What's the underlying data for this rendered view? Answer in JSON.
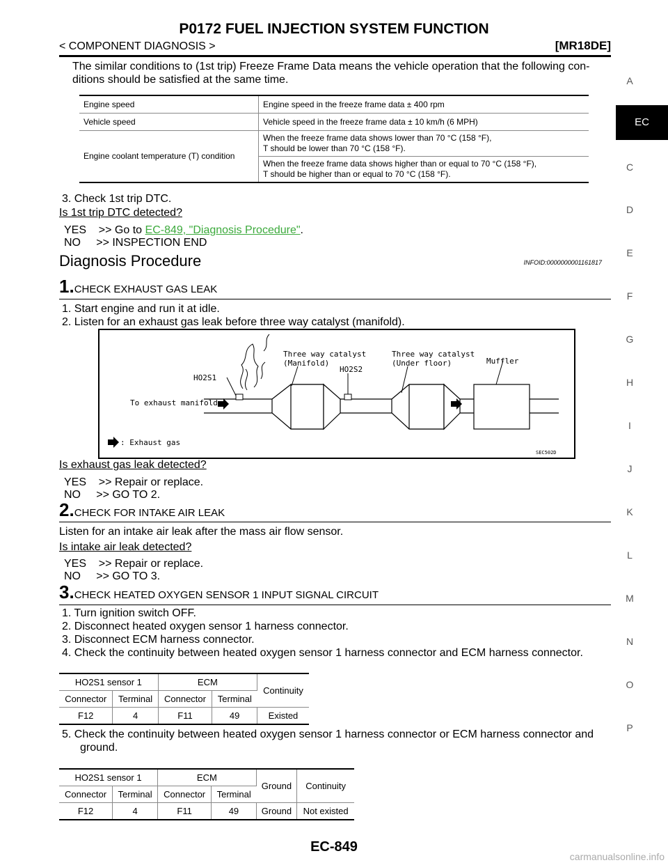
{
  "header": {
    "title": "P0172 FUEL INJECTION SYSTEM FUNCTION",
    "breadcrumb": "< COMPONENT DIAGNOSIS >",
    "model": "[MR18DE]"
  },
  "intro": {
    "line1": "The similar conditions to (1st trip) Freeze Frame Data means the vehicle operation that the following con-",
    "line2": "ditions should be satisfied at the same time."
  },
  "conditions_table": {
    "rows": [
      {
        "label": "Engine speed",
        "value": "Engine speed in the freeze frame data ± 400 rpm"
      },
      {
        "label": "Vehicle speed",
        "value": "Vehicle speed in the freeze frame data ± 10 km/h (6 MPH)"
      }
    ],
    "coolant_label": "Engine coolant temperature (T) condition",
    "coolant_low_1": "When the freeze frame data shows lower than 70 °C (158 °F),",
    "coolant_low_2": "T should be lower than 70 °C (158 °F).",
    "coolant_high_1": "When the freeze frame data shows higher than or equal to 70 °C (158 °F),",
    "coolant_high_2": "T should be higher than or equal to 70 °C (158 °F)."
  },
  "check_dtc": {
    "step": "3. Check 1st trip DTC.",
    "question": "Is 1st trip DTC detected?",
    "yes_prefix": "YES    >> Go to ",
    "yes_link": "EC-849, \"Diagnosis Procedure\"",
    "yes_suffix": ".",
    "no": "NO     >> INSPECTION END"
  },
  "diagnosis": {
    "heading": "Diagnosis Procedure",
    "infoid": "INFOID:0000000001161817"
  },
  "step1": {
    "num": "1.",
    "title": "CHECK EXHAUST GAS LEAK",
    "items": [
      "1. Start engine and run it at idle.",
      "2. Listen for an exhaust gas leak before three way catalyst (manifold)."
    ],
    "question": "Is exhaust gas leak detected?",
    "yes": "YES    >> Repair or replace.",
    "no": "NO     >> GO TO 2."
  },
  "diagram": {
    "label_twc_manifold_1": "Three way catalyst",
    "label_twc_manifold_2": "(Manifold)",
    "label_twc_under_1": "Three way catalyst",
    "label_twc_under_2": "(Under floor)",
    "label_muffler": "Muffler",
    "label_ho2s1": "HO2S1",
    "label_ho2s2": "HO2S2",
    "label_to_manifold": "To exhaust manifold",
    "legend": ": Exhaust gas",
    "code": "SEC502D"
  },
  "step2": {
    "num": "2.",
    "title": "CHECK FOR INTAKE AIR LEAK",
    "text": "Listen for an intake air leak after the mass air flow sensor.",
    "question": "Is intake air leak detected?",
    "yes": "YES    >> Repair or replace.",
    "no": "NO     >> GO TO 3."
  },
  "step3": {
    "num": "3.",
    "title": "CHECK HEATED OXYGEN SENSOR 1 INPUT SIGNAL CIRCUIT",
    "items": [
      "1. Turn ignition switch OFF.",
      "2. Disconnect heated oxygen sensor 1 harness connector.",
      "3. Disconnect ECM harness connector.",
      "4. Check the continuity between heated oxygen sensor 1 harness connector and ECM harness connector."
    ],
    "item5_1": "5. Check the continuity between heated oxygen sensor 1 harness connector or ECM harness connector and",
    "item5_2": "ground."
  },
  "table2": {
    "h_sensor": "HO2S1 sensor 1",
    "h_ecm": "ECM",
    "h_continuity": "Continuity",
    "h_connector": "Connector",
    "h_terminal": "Terminal",
    "row": [
      "F12",
      "4",
      "F11",
      "49",
      "Existed"
    ]
  },
  "table3": {
    "h_sensor": "HO2S1 sensor 1",
    "h_ecm": "ECM",
    "h_ground": "Ground",
    "h_continuity": "Continuity",
    "h_connector": "Connector",
    "h_terminal": "Terminal",
    "row": [
      "F12",
      "4",
      "F11",
      "49",
      "Ground",
      "Not existed"
    ]
  },
  "sidebar": {
    "letters": [
      "A",
      "EC",
      "C",
      "D",
      "E",
      "F",
      "G",
      "H",
      "I",
      "J",
      "K",
      "L",
      "M",
      "N",
      "O",
      "P"
    ],
    "active": "EC"
  },
  "footer": {
    "page_code": "EC-849",
    "watermark": "carmanualsonline.info"
  }
}
